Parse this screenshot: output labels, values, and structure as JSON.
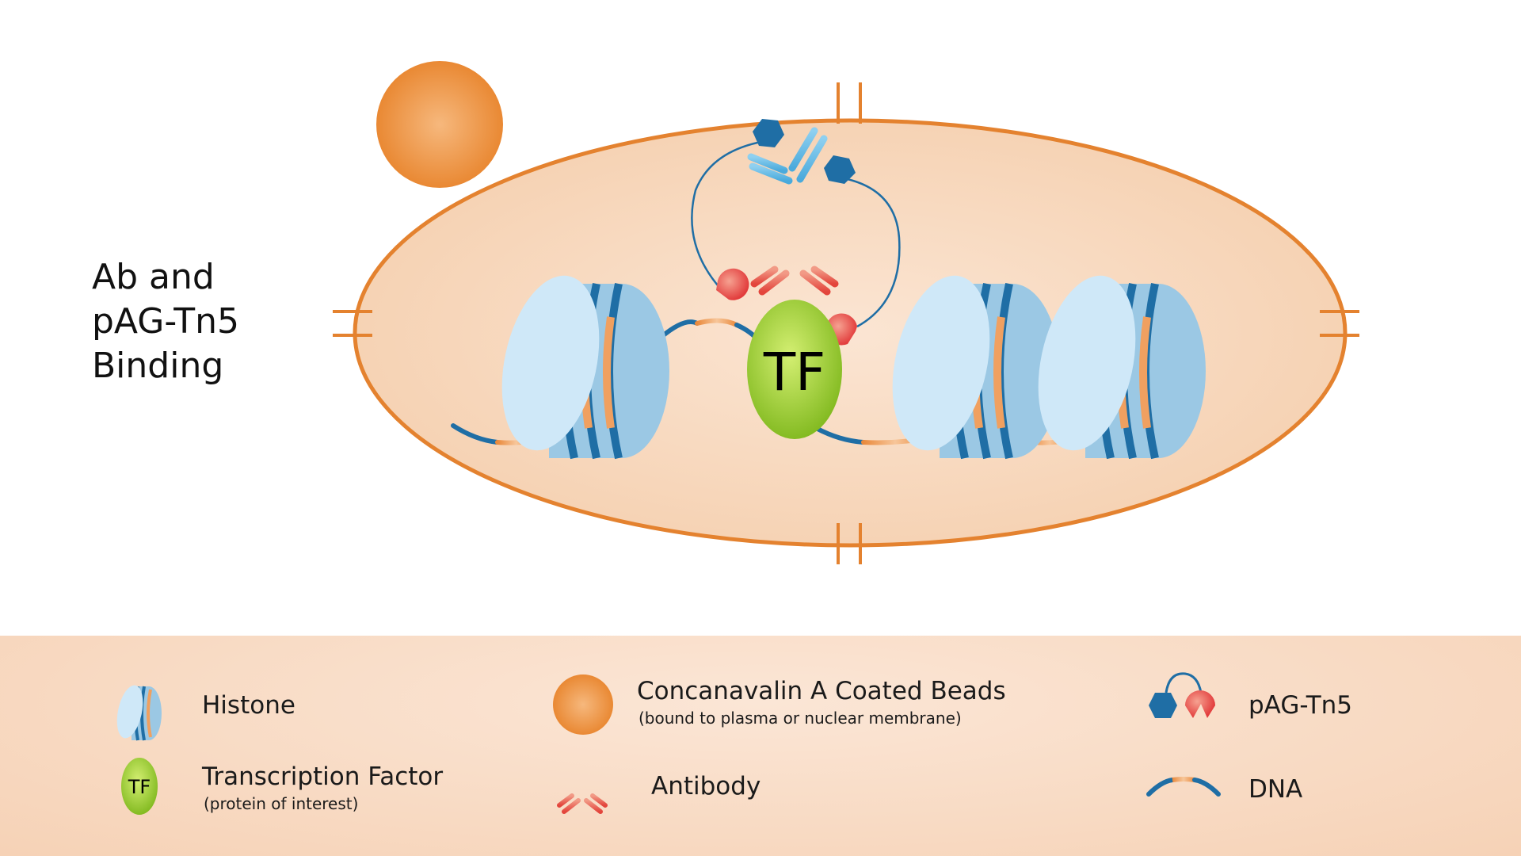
{
  "step": {
    "title_line1": "Ab and",
    "title_line2": "pAG-Tn5",
    "title_line3": "Binding"
  },
  "diagram": {
    "tf_label": "TF",
    "colors": {
      "cell_fill": "#f8d8bf",
      "cell_stroke": "#e4822f",
      "bead": "#ec8d33",
      "histone_light": "#cfe8f8",
      "histone_mid": "#9bc8e4",
      "dna_blue": "#1f6ea5",
      "dna_orange": "#f0a060",
      "tf_green": "#9ccc2e",
      "antibody_red": "#e8503f",
      "antibody_blue": "#5cb6e2",
      "protein_ag": "#1f6ea5",
      "tn5": "#ec5a4f"
    }
  },
  "legend": {
    "histone": {
      "icon": "histone-icon",
      "label": "Histone"
    },
    "tf": {
      "icon": "tf-icon",
      "icon_text": "TF",
      "label": "Transcription Factor",
      "sub": "(protein of interest)"
    },
    "beads": {
      "icon": "bead-icon",
      "label": "Concanavalin A Coated Beads",
      "sub": "(bound to plasma or nuclear membrane)"
    },
    "antibody": {
      "icon": "antibody-icon",
      "label": "Antibody"
    },
    "pag": {
      "icon": "pag-tn5-icon",
      "label": "pAG-Tn5"
    },
    "dna": {
      "icon": "dna-icon",
      "label": "DNA"
    }
  }
}
